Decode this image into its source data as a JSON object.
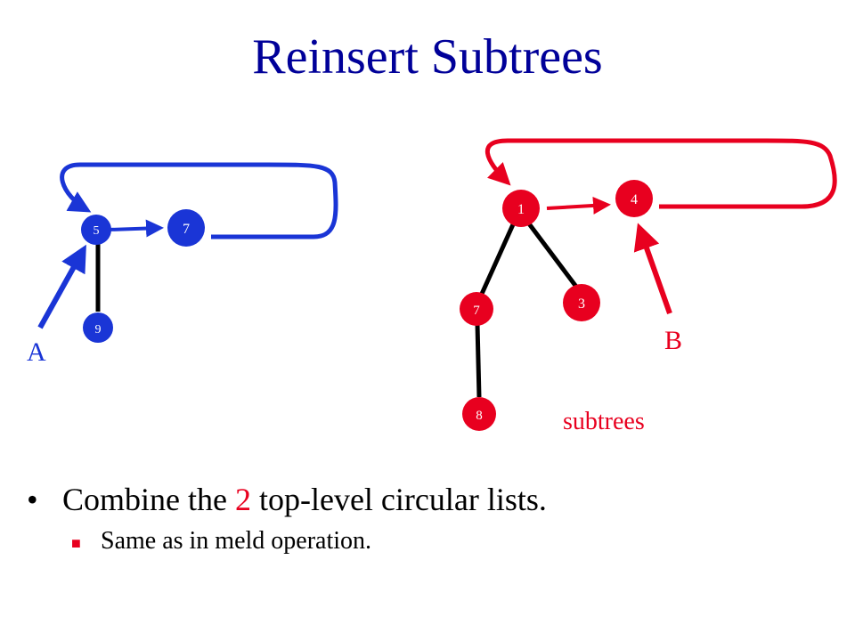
{
  "title": "Reinsert Subtrees",
  "colors": {
    "title": "#000099",
    "blue": "#1a35d6",
    "red": "#e8001f",
    "black": "#000000"
  },
  "tree_a": {
    "label": "A",
    "nodes": [
      "5",
      "7",
      "9"
    ]
  },
  "tree_b": {
    "label": "B",
    "nodes": [
      "1",
      "4",
      "7",
      "3",
      "8"
    ],
    "subtrees_label": "subtrees"
  },
  "bullets": {
    "main_before": "Combine the ",
    "main_number": "2",
    "main_after": " top-level circular lists.",
    "sub": "Same as in meld operation."
  }
}
